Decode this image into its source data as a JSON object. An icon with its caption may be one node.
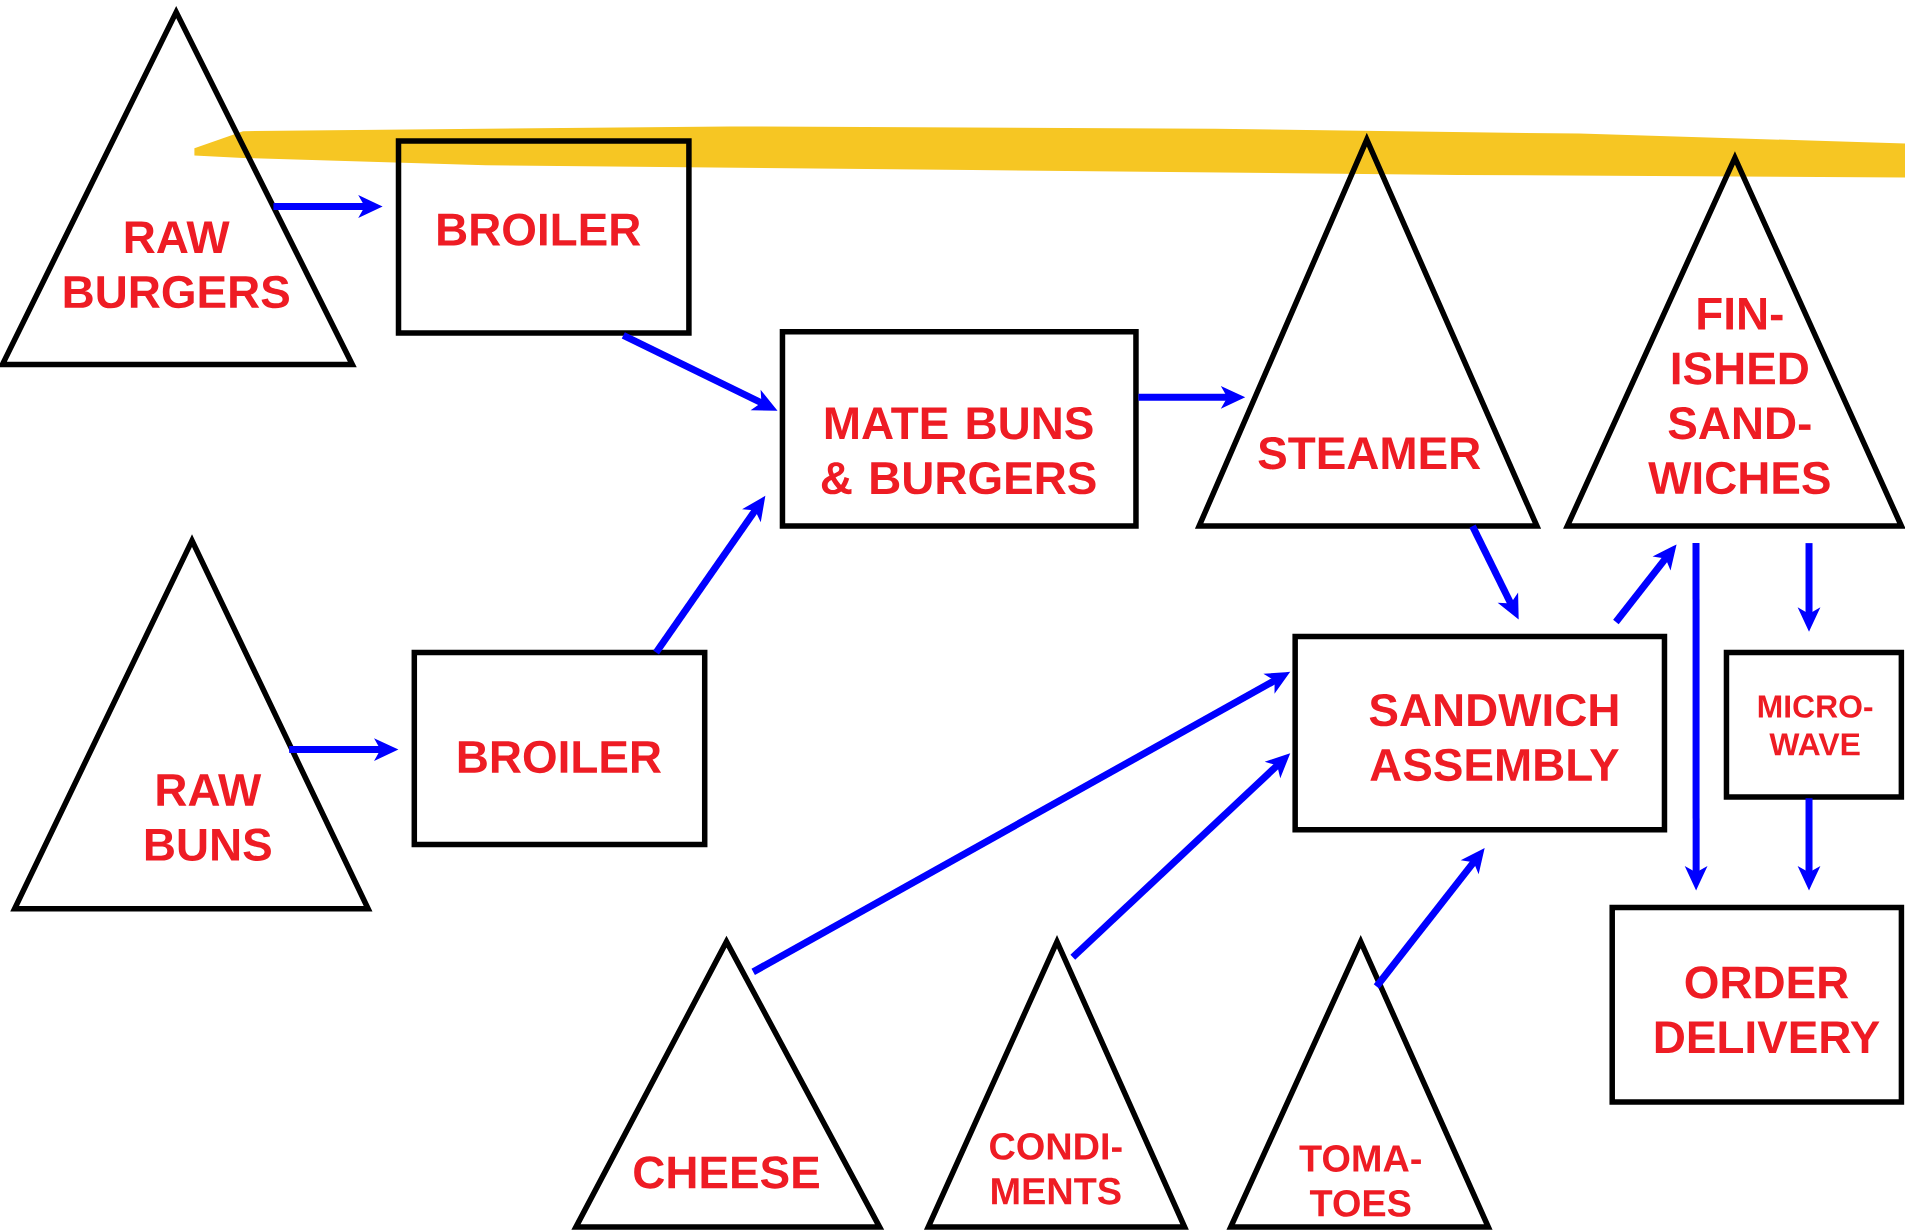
{
  "diagram": {
    "nodes": [
      {
        "text": [
          "RAW BURGERS"
        ]
      },
      {
        "text": [
          "BROILER"
        ]
      },
      {
        "text": [
          "MATE BUNS & BURGERS"
        ]
      },
      {
        "text": [
          "STEAMER"
        ]
      },
      {
        "text": [
          "FIN- ISHED SAND- WICHES"
        ]
      },
      {
        "text": [
          "RAW BUNS"
        ]
      },
      {
        "text": [
          "BROILER"
        ]
      },
      {
        "text": [
          "SANDWICH ASSEMBLY"
        ]
      },
      {
        "text": [
          "MICRO- WAVE"
        ]
      },
      {
        "text": [
          "ORDER DELIVERY"
        ]
      },
      {
        "text": [
          "CHEESE"
        ]
      },
      {
        "text": [
          "CONDI- MENTS"
        ]
      },
      {
        "text": [
          "TOMA- TOES"
        ]
      }
    ],
    "edges": [
      {
        "from": 0,
        "to": 1,
        "arrow": "to"
      },
      {
        "from": 1,
        "to": 2,
        "arrow": "to"
      },
      {
        "from": 5,
        "to": 6,
        "arrow": "to"
      },
      {
        "from": 6,
        "to": 2,
        "arrow": "to"
      },
      {
        "from": 2,
        "to": 3,
        "arrow": "to"
      },
      {
        "from": 3,
        "to": 7,
        "arrow": "to"
      },
      {
        "from": 7,
        "to": 4,
        "arrow": "to"
      },
      {
        "from": 4,
        "to": 9,
        "arrow": "to"
      },
      {
        "from": 4,
        "to": 8,
        "arrow": "to"
      },
      {
        "from": 8,
        "to": 9,
        "arrow": "to"
      },
      {
        "from": 10,
        "to": 7,
        "arrow": "to"
      },
      {
        "from": 11,
        "to": 7,
        "arrow": "to"
      },
      {
        "from": 12,
        "to": 7,
        "arrow": "to"
      }
    ]
  }
}
